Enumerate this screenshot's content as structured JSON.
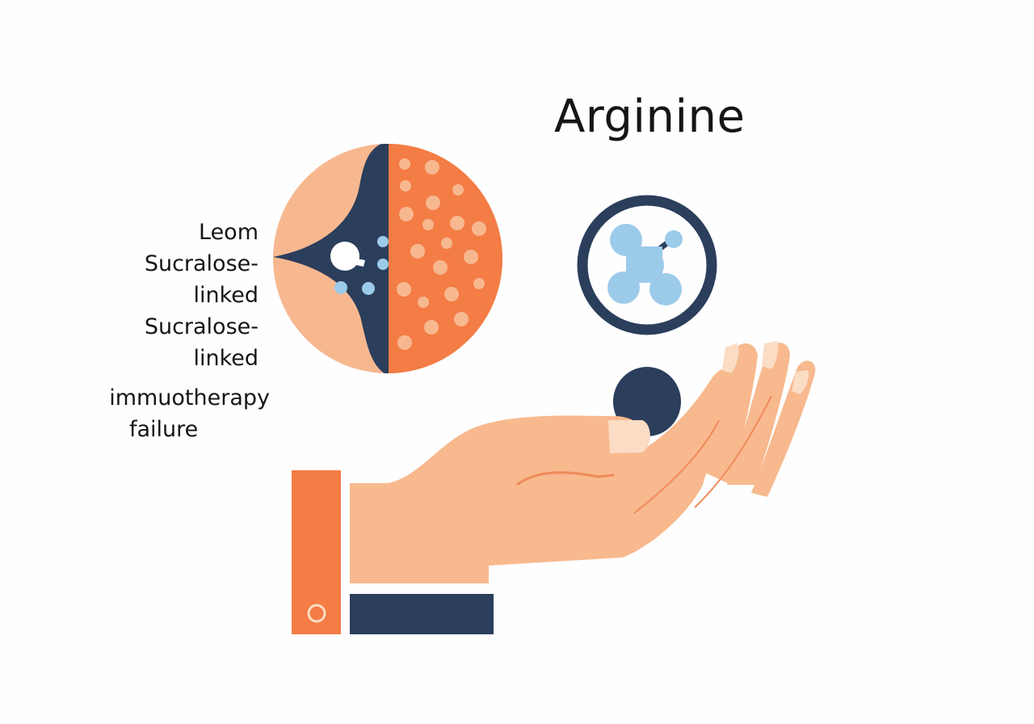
{
  "title": "Arginine",
  "labels": [
    "Leom",
    "Sucralose-",
    "linked",
    "Sucralose-",
    "linked",
    "immuotherapy",
    "failure"
  ],
  "icons": {
    "cell": "cell-split-circle-icon",
    "molecule": "molecule-ring-icon",
    "hand": "open-hand-icon",
    "ball": "dark-ball-icon"
  },
  "colors": {
    "peach": "#f7b890",
    "orange": "#f47c45",
    "navy": "#2b3e5c",
    "light_blue": "#9ccbea",
    "skin": "#f8b98e",
    "nail": "#fbdcc4"
  }
}
